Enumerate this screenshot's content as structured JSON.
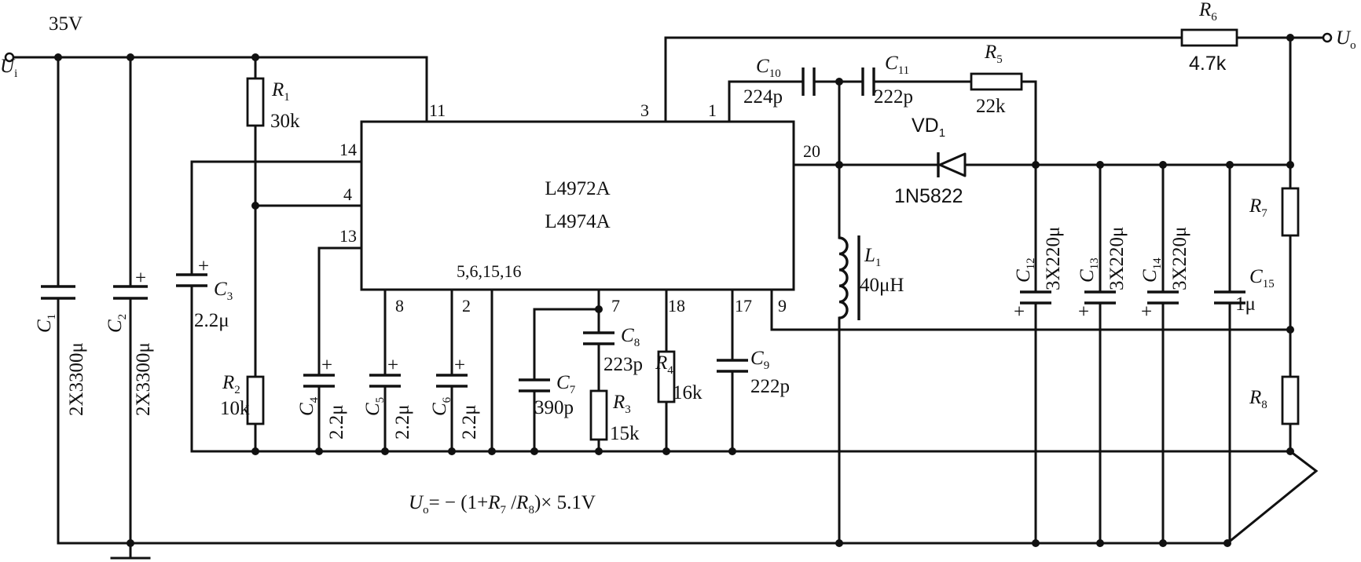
{
  "supply": {
    "voltage": "35V",
    "input_label": "U",
    "input_sub": "i",
    "output_label": "U",
    "output_sub": "o"
  },
  "ic": {
    "line1": "L4972A",
    "line2": "L4974A",
    "pins": {
      "p11": "11",
      "p3": "3",
      "p1": "1",
      "p14": "14",
      "p4": "4",
      "p13": "13",
      "p20": "20",
      "p8": "8",
      "p2": "2",
      "p_gnd": "5,6,15,16",
      "p7": "7",
      "p18": "18",
      "p17": "17",
      "p9": "9"
    }
  },
  "components": {
    "R1": {
      "name": "R",
      "sub": "1",
      "value": "30k"
    },
    "R2": {
      "name": "R",
      "sub": "2",
      "value": "10k"
    },
    "R3": {
      "name": "R",
      "sub": "3",
      "value": "15k"
    },
    "R4": {
      "name": "R",
      "sub": "4",
      "value": "16k"
    },
    "R5": {
      "name": "R",
      "sub": "5",
      "value": "22k"
    },
    "R6": {
      "name": "R",
      "sub": "6",
      "value": "4.7k"
    },
    "R7": {
      "name": "R",
      "sub": "7"
    },
    "R8": {
      "name": "R",
      "sub": "8"
    },
    "C1": {
      "name": "C",
      "sub": "1",
      "value": "2X3300μ"
    },
    "C2": {
      "name": "C",
      "sub": "2",
      "value": "2X3300μ"
    },
    "C3": {
      "name": "C",
      "sub": "3",
      "value": "2.2μ"
    },
    "C4": {
      "name": "C",
      "sub": "4",
      "value": "2.2μ"
    },
    "C5": {
      "name": "C",
      "sub": "5",
      "value": "2.2μ"
    },
    "C6": {
      "name": "C",
      "sub": "6",
      "value": "2.2μ"
    },
    "C7": {
      "name": "C",
      "sub": "7",
      "value": "390p"
    },
    "C8": {
      "name": "C",
      "sub": "8",
      "value": "223p"
    },
    "C9": {
      "name": "C",
      "sub": "9",
      "value": "222p"
    },
    "C10": {
      "name": "C",
      "sub": "10",
      "value": "224p"
    },
    "C11": {
      "name": "C",
      "sub": "11",
      "value": "222p"
    },
    "C12": {
      "name": "C",
      "sub": "12",
      "value": "3X220μ"
    },
    "C13": {
      "name": "C",
      "sub": "13",
      "value": "3X220μ"
    },
    "C14": {
      "name": "C",
      "sub": "14",
      "value": "3X220μ"
    },
    "C15": {
      "name": "C",
      "sub": "15",
      "value": "1μ"
    },
    "L1": {
      "name": "L",
      "sub": "1",
      "value": "40μH"
    },
    "VD1": {
      "name": "VD",
      "sub": "1",
      "value": "1N5822"
    }
  },
  "formula": {
    "lhs": "U",
    "lhs_sub": "o",
    "text_a": "= − (1+",
    "r7": "R",
    "r7_sub": "7",
    "slash": " /",
    "r8": "R",
    "r8_sub": "8",
    "text_b": ")× 5.1V"
  },
  "polarity": "+"
}
